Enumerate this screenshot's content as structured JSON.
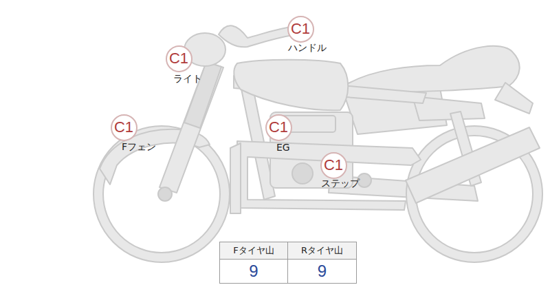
{
  "diagram": {
    "nodes": [
      {
        "text": [
          "C1",
          "ハンドル"
        ]
      },
      {
        "text": [
          "C1",
          "ライト"
        ]
      },
      {
        "text": [
          "C1",
          "Fフェン"
        ]
      },
      {
        "text": [
          "C1",
          "EG"
        ]
      },
      {
        "text": [
          "C1",
          "ステップ"
        ]
      }
    ],
    "labels": [
      "Fタイヤ山",
      "Rタイヤ山",
      "9",
      "9"
    ]
  }
}
